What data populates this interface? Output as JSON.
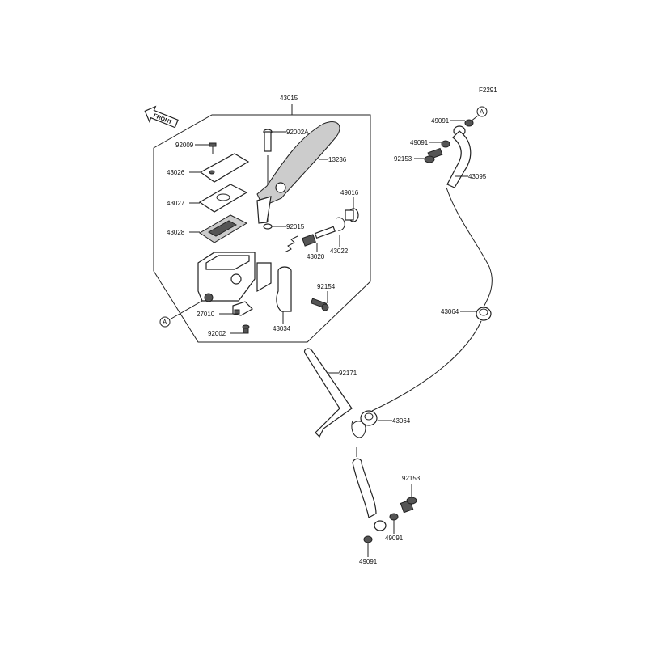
{
  "diagram": {
    "figure_code": "F2291",
    "front_label": "FRONT",
    "ref_marker": "A",
    "labels": {
      "p43015": "43015",
      "p92002A": "92002A",
      "p92009": "92009",
      "p13236": "13236",
      "p43026": "43026",
      "p49016": "49016",
      "p43027": "43027",
      "p92015": "92015",
      "p43028": "43028",
      "p43022": "43022",
      "p43020": "43020",
      "p92154": "92154",
      "p27010": "27010",
      "p43034": "43034",
      "p92002": "92002",
      "p49091a": "49091",
      "p49091b": "49091",
      "p92153a": "92153",
      "p43095": "43095",
      "p43064a": "43064",
      "p92171": "92171",
      "p43064b": "43064",
      "p92153b": "92153",
      "p49091c": "49091",
      "p49091d": "49091"
    }
  }
}
